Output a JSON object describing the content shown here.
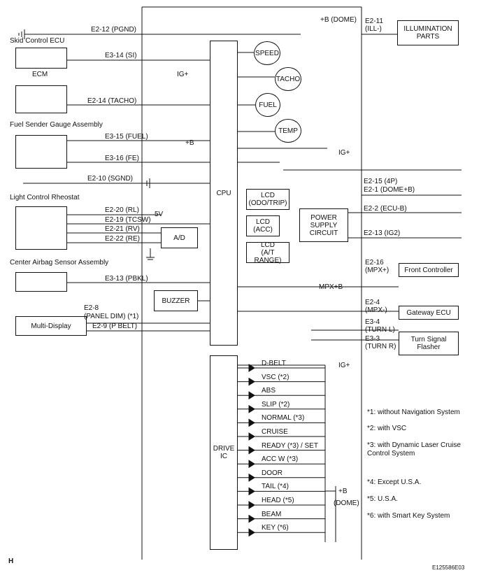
{
  "left_components": {
    "skid_control_ecu": "Skid Control ECU",
    "ecm": "ECM",
    "fuel_sender": "Fuel Sender Gauge Assembly",
    "light_control_rheostat": "Light Control Rheostat",
    "center_airbag": "Center Airbag Sensor Assembly",
    "multi_display": "Multi-Display"
  },
  "left_pins": {
    "pgnd": "E2-12 (PGND)",
    "si": "E3-14 (SI)",
    "tacho": "E2-14 (TACHO)",
    "fuel": "E3-15 (FUEL)",
    "fe": "E3-16 (FE)",
    "sgnd": "E2-10 (SGND)",
    "rl": "E2-20 (RL)",
    "tcsw": "E2-19 (TCSW)",
    "rv": "E2-21 (RV)",
    "re": "E2-22 (RE)",
    "pbkl": "E3-13 (PBKL)",
    "panel_dim_a": "E2-8",
    "panel_dim_b": "(PANEL DIM) (*1)",
    "pbelt": "E2-9 (P BELT)"
  },
  "internal": {
    "cpu": "CPU",
    "drive_ic": "DRIVE\nIC",
    "ad": "A/D",
    "buzzer": "BUZZER",
    "lcd_odo": "LCD\n(ODO/TRIP)",
    "lcd_acc": "LCD\n(ACC)",
    "lcd_at": "LCD\n(A/T RANGE)",
    "power_supply": "POWER\nSUPPLY\nCIRCUIT",
    "speed": "SPEED",
    "tacho_gauge": "TACHO",
    "fuel_gauge": "FUEL",
    "temp_gauge": "TEMP",
    "ig_plus": "IG+",
    "plus_b": "+B",
    "plus_b_dome": "+B (DOME)",
    "five_v": "5V",
    "mpx_b": "MPX+B",
    "dome": "(DOME)"
  },
  "right_pins": {
    "ill": "E2-11\n(ILL-)",
    "p4": "E2-15 (4P)",
    "dome_b": "E2-1 (DOME+B)",
    "ecu_b": "E2-2 (ECU-B)",
    "ig2": "E2-13 (IG2)",
    "mpx_plus": "E2-16\n(MPX+)",
    "mpx_minus": "E2-4\n(MPX-)",
    "turn_l": "E3-4\n(TURN L)",
    "turn_r": "E3-3\n(TURN R)"
  },
  "right_components": {
    "illumination": "ILLUMINATION\nPARTS",
    "front_controller": "Front Controller",
    "gateway_ecu": "Gateway ECU",
    "turn_signal": "Turn Signal\nFlasher"
  },
  "indicators": [
    "D-BELT",
    "VSC (*2)",
    "ABS",
    "SLIP (*2)",
    "NORMAL (*3)",
    "CRUISE",
    "READY (*3) / SET",
    "ACC W (*3)",
    "DOOR",
    "TAIL (*4)",
    "HEAD (*5)",
    "BEAM",
    "KEY (*6)"
  ],
  "notes": [
    "*1: without Navigation System",
    "*2: with VSC",
    "*3: with Dynamic Laser Cruise\nControl System",
    "*4: Except U.S.A.",
    "*5: U.S.A.",
    "*6: with Smart Key System"
  ],
  "footer": {
    "letter": "H",
    "code": "E125586E03"
  }
}
